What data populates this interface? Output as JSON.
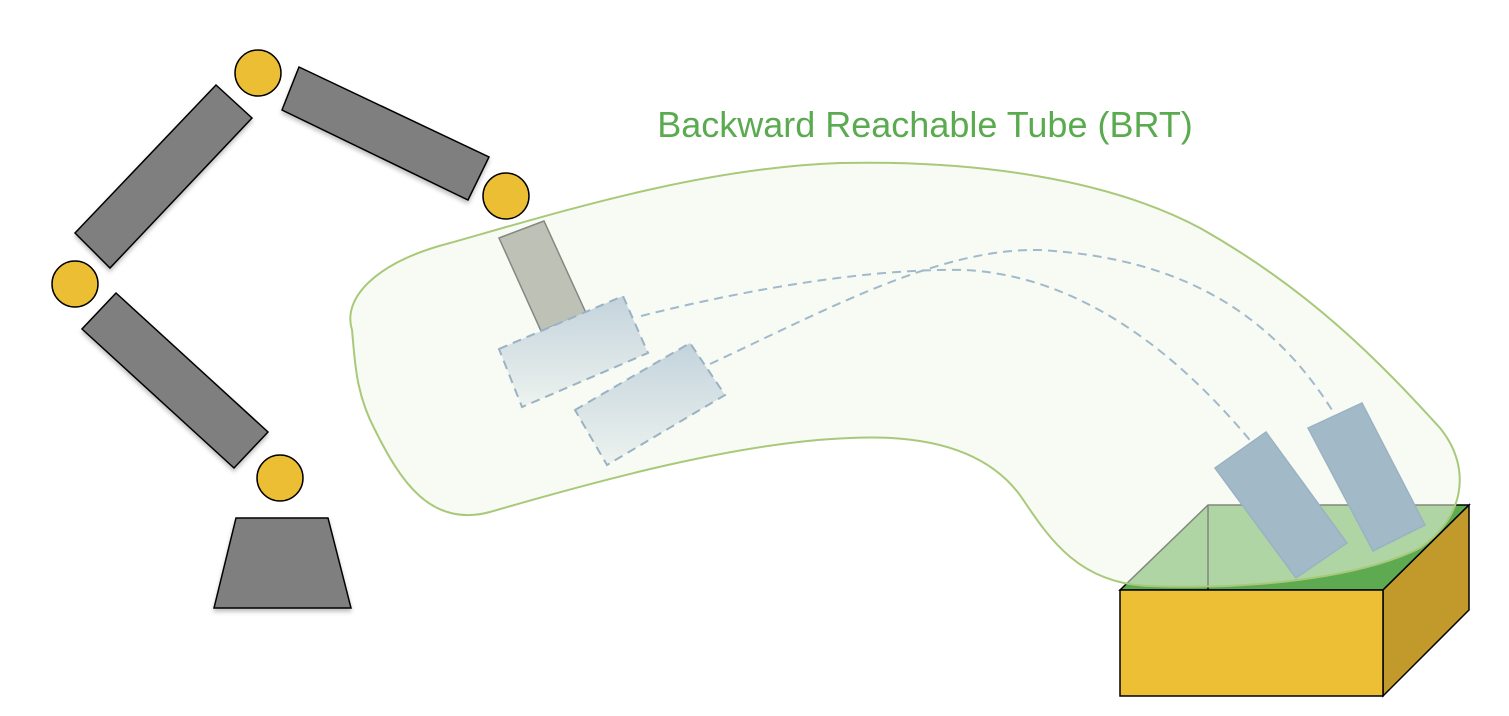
{
  "title": "Backward Reachable Tube (BRT)",
  "colors": {
    "title_text": "#5aab4f",
    "tube_fill": "#f2f7ea",
    "tube_stroke": "#a9c97a",
    "robot_link": "#7f7f7f",
    "robot_joint": "#ecbe34",
    "gripper": "#7d7f78",
    "ghost_start": "#8ba6cc",
    "ghost_end": "#e6edf6",
    "ghost_stroke": "#2f5d94",
    "trajectory": "#3e6ea6",
    "object_fill": "#426d9f",
    "object_stroke": "#2f5d94",
    "box_front": "#ecbf35",
    "box_side": "#c19a2b",
    "box_top": "#5daa51",
    "outline": "#000000"
  },
  "elements": {
    "robot_arm": "robot-arm",
    "robot_base": "robot-base",
    "gripper": "gripper",
    "objects_in_transit": [
      "object-ghost-1",
      "object-ghost-2"
    ],
    "objects_placed": [
      "object-placed-1",
      "object-placed-2"
    ],
    "container": "bin"
  }
}
